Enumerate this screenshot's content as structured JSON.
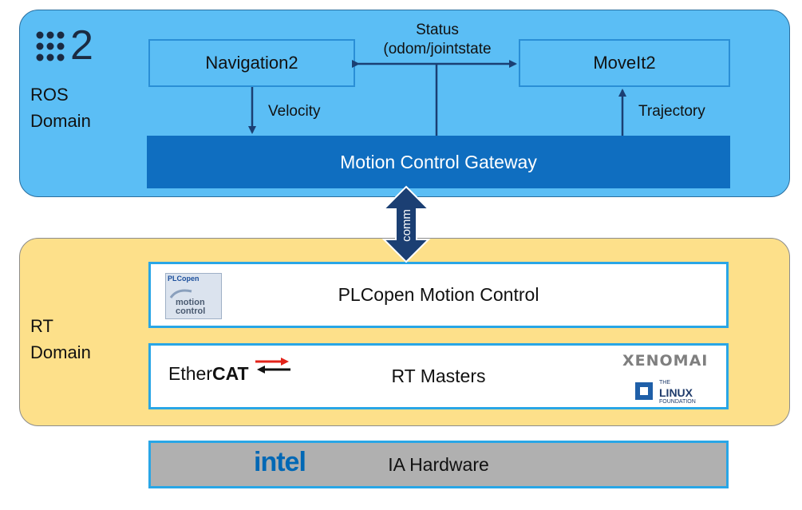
{
  "ros_domain": {
    "logo_text": "2",
    "label_line1": "ROS",
    "label_line2": "Domain",
    "navigation": "Navigation2",
    "moveit": "MoveIt2",
    "status_line1": "Status",
    "status_line2": "(odom/jointstate",
    "velocity": "Velocity",
    "trajectory": "Trajectory",
    "gateway": "Motion Control Gateway"
  },
  "comm_label": "comm",
  "rt_domain": {
    "label_line1": "RT",
    "label_line2": "Domain",
    "plcopen": "PLCopen Motion Control",
    "plcopen_logo": {
      "top": "PLCopen",
      "line1": "motion",
      "line2": "control"
    },
    "rt_masters": "RT Masters",
    "ethercat_prefix": "Ether",
    "ethercat_suffix": "CAT",
    "xenomai": "XENOMAI",
    "linux_the": "THE",
    "linux_name": "LINUX",
    "linux_foundation": "FOUNDATION"
  },
  "hardware": {
    "label": "IA Hardware",
    "intel": "intel"
  },
  "colors": {
    "ros_blue": "#5bbef5",
    "gateway_blue": "#0f6ec0",
    "rt_yellow": "#fde08a",
    "hardware_gray": "#b0b0b0",
    "arrow_navy": "#1b3f73",
    "intel_blue": "#0068b5",
    "ethercat_red": "#e2231a"
  }
}
